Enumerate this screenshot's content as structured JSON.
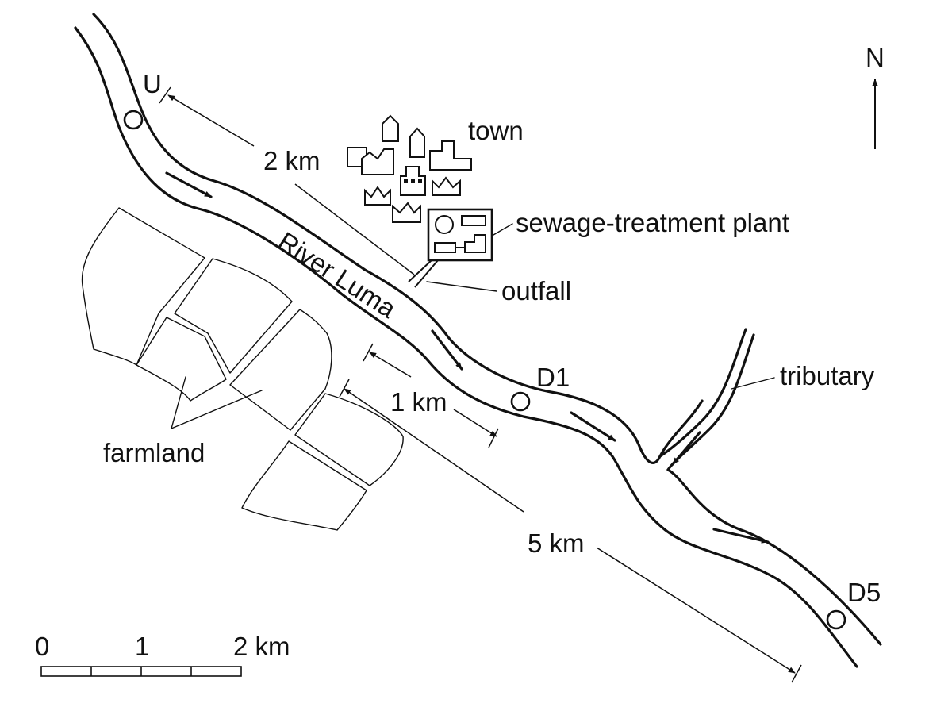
{
  "labels": {
    "town": "town",
    "sewage_plant": "sewage-treatment plant",
    "outfall": "outfall",
    "tributary": "tributary",
    "farmland": "farmland",
    "river": "River Luma",
    "north": "N"
  },
  "sites": {
    "u": "U",
    "d1": "D1",
    "d5": "D5"
  },
  "distances": {
    "u_to_outfall": "2 km",
    "outfall_to_d1": "1 km",
    "outfall_to_d5": "5 km"
  },
  "scale_bar": {
    "tick_0": "0",
    "tick_1": "1",
    "tick_2": "2 km"
  }
}
